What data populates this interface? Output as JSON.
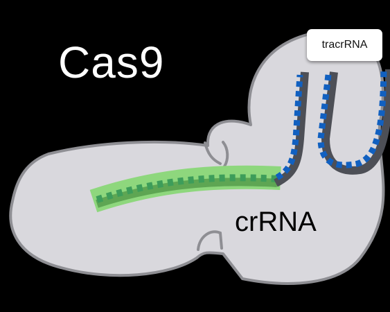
{
  "labels": {
    "protein": "Cas9",
    "crrna": "crRNA",
    "tracrrna": "tracrRNA"
  },
  "colors": {
    "background": "#000000",
    "protein_fill": "#d9d8dd",
    "protein_outline": "#8e8e93",
    "target_highlight": "#8ed77d",
    "crrna_strand": "#5ea653",
    "crrna_bases": "#3d9d5a",
    "rna_backbone": "#4d4f56",
    "tracr_bases": "#1160c0"
  }
}
